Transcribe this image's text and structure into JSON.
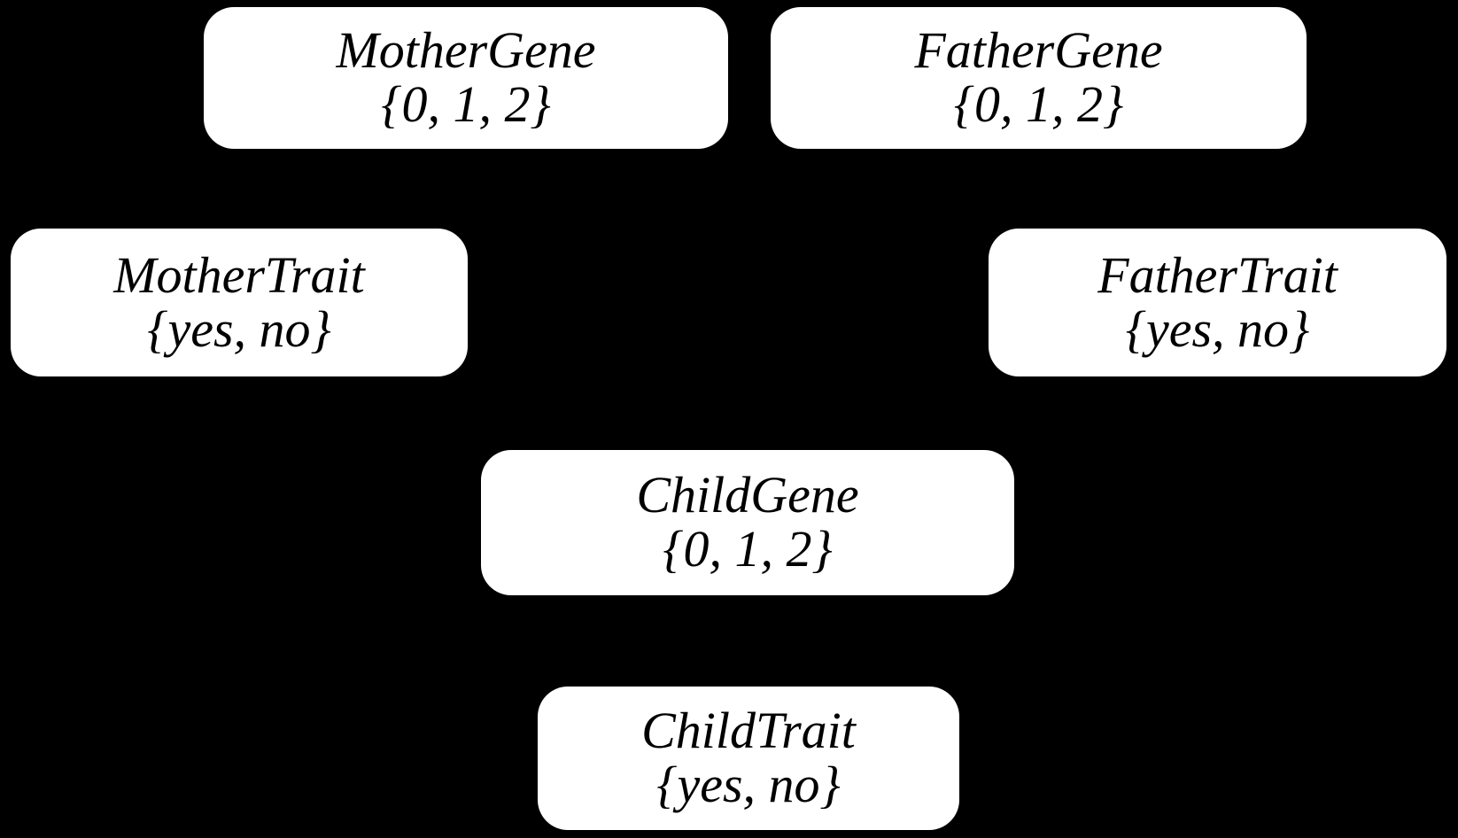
{
  "diagram": {
    "kind": "bayesian-network",
    "background_color": "#000000",
    "node_fill_color": "#ffffff",
    "node_text_color": "#000000",
    "nodes": [
      {
        "id": "mother-gene",
        "name": "MotherGene",
        "domain": "{0, 1, 2}"
      },
      {
        "id": "father-gene",
        "name": "FatherGene",
        "domain": "{0, 1, 2}"
      },
      {
        "id": "mother-trait",
        "name": "MotherTrait",
        "domain": "{yes, no}"
      },
      {
        "id": "father-trait",
        "name": "FatherTrait",
        "domain": "{yes, no}"
      },
      {
        "id": "child-gene",
        "name": "ChildGene",
        "domain": "{0, 1, 2}"
      },
      {
        "id": "child-trait",
        "name": "ChildTrait",
        "domain": "{yes, no}"
      }
    ]
  }
}
